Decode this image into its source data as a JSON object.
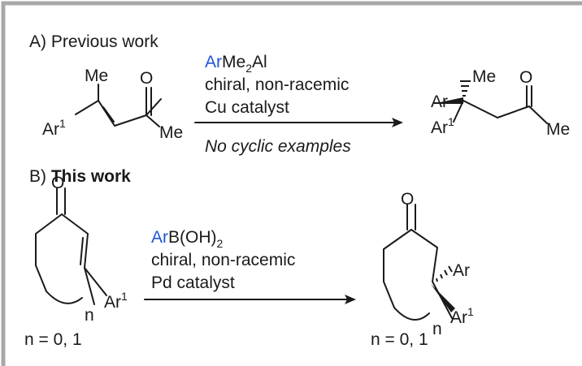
{
  "colors": {
    "ar": "#2155d6",
    "ar1": "#e8352c",
    "text": "#1a1a1a",
    "frame": "#a8a8a8"
  },
  "section_a": {
    "label": "A) Previous work",
    "start_material": {
      "me": "Me",
      "o": "O",
      "ar1": "Ar",
      "ar1_sup": "1",
      "me2": "Me"
    },
    "reagent": {
      "ar": "Ar",
      "rest": "Me",
      "sub": "2",
      "tail": "Al",
      "line2": "chiral, non-racemic",
      "line3": "Cu catalyst"
    },
    "note": "No cyclic examples",
    "product": {
      "ar": "Ar",
      "me": "Me",
      "o": "O",
      "ar1": "Ar",
      "ar1_sup": "1",
      "me2": "Me"
    }
  },
  "section_b": {
    "label_prefix": "B) ",
    "label_bold": "This work",
    "start_material": {
      "o": "O",
      "n": "n",
      "ar1": "Ar",
      "ar1_sup": "1",
      "n_values": "n = 0, 1"
    },
    "reagent": {
      "ar": "Ar",
      "rest": "B(OH)",
      "sub": "2",
      "line2": "chiral, non-racemic",
      "line3": "Pd catalyst"
    },
    "product": {
      "o": "O",
      "n": "n",
      "ar": "Ar",
      "ar1": "Ar",
      "ar1_sup": "1",
      "n_values": "n = 0, 1"
    }
  }
}
